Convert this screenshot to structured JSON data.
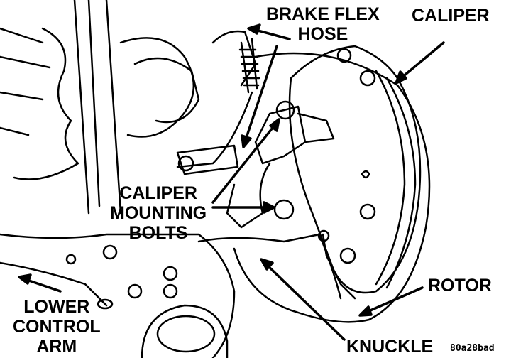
{
  "labels": {
    "brake_flex_hose": [
      "BRAKE FLEX",
      "HOSE"
    ],
    "caliper": "CALIPER",
    "caliper_mounting_bolts": [
      "CALIPER",
      "MOUNTING",
      "BOLTS"
    ],
    "rotor": "ROTOR",
    "lower_control_arm": [
      "LOWER",
      "CONTROL",
      "ARM"
    ],
    "knuckle": "KNUCKLE"
  },
  "figure_code": "80a28bad"
}
